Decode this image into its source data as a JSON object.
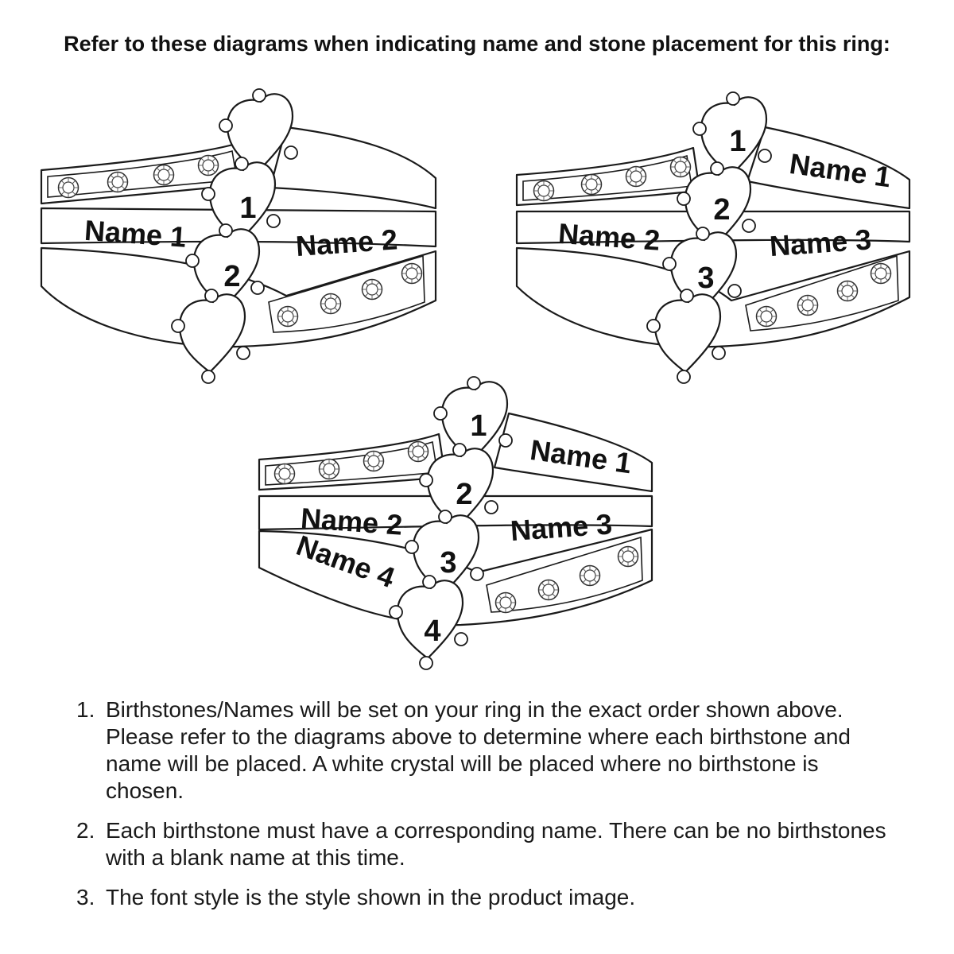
{
  "heading": "Refer to these diagrams when indicating name and stone placement for this ring:",
  "diagrams": [
    {
      "stone_numbers": [
        "1",
        "2"
      ],
      "names": [
        "Name 1",
        "Name 2"
      ]
    },
    {
      "stone_numbers": [
        "1",
        "2",
        "3"
      ],
      "names": [
        "Name 1",
        "Name 2",
        "Name 3"
      ]
    },
    {
      "stone_numbers": [
        "1",
        "2",
        "3",
        "4"
      ],
      "names": [
        "Name 1",
        "Name 2",
        "Name 3",
        "Name 4"
      ]
    }
  ],
  "notes": [
    {
      "number": "1.",
      "text": "Birthstones/Names will be set on your ring in the exact order shown above. Please refer to the diagrams above to determine where each birthstone and name will be placed. A white crystal will be placed where no birthstone is chosen."
    },
    {
      "number": "2.",
      "text": "Each birthstone must have a corresponding name. There can be no birthstones with a blank name at this time."
    },
    {
      "number": "3.",
      "text": "The font style is the style shown in the product image."
    }
  ]
}
